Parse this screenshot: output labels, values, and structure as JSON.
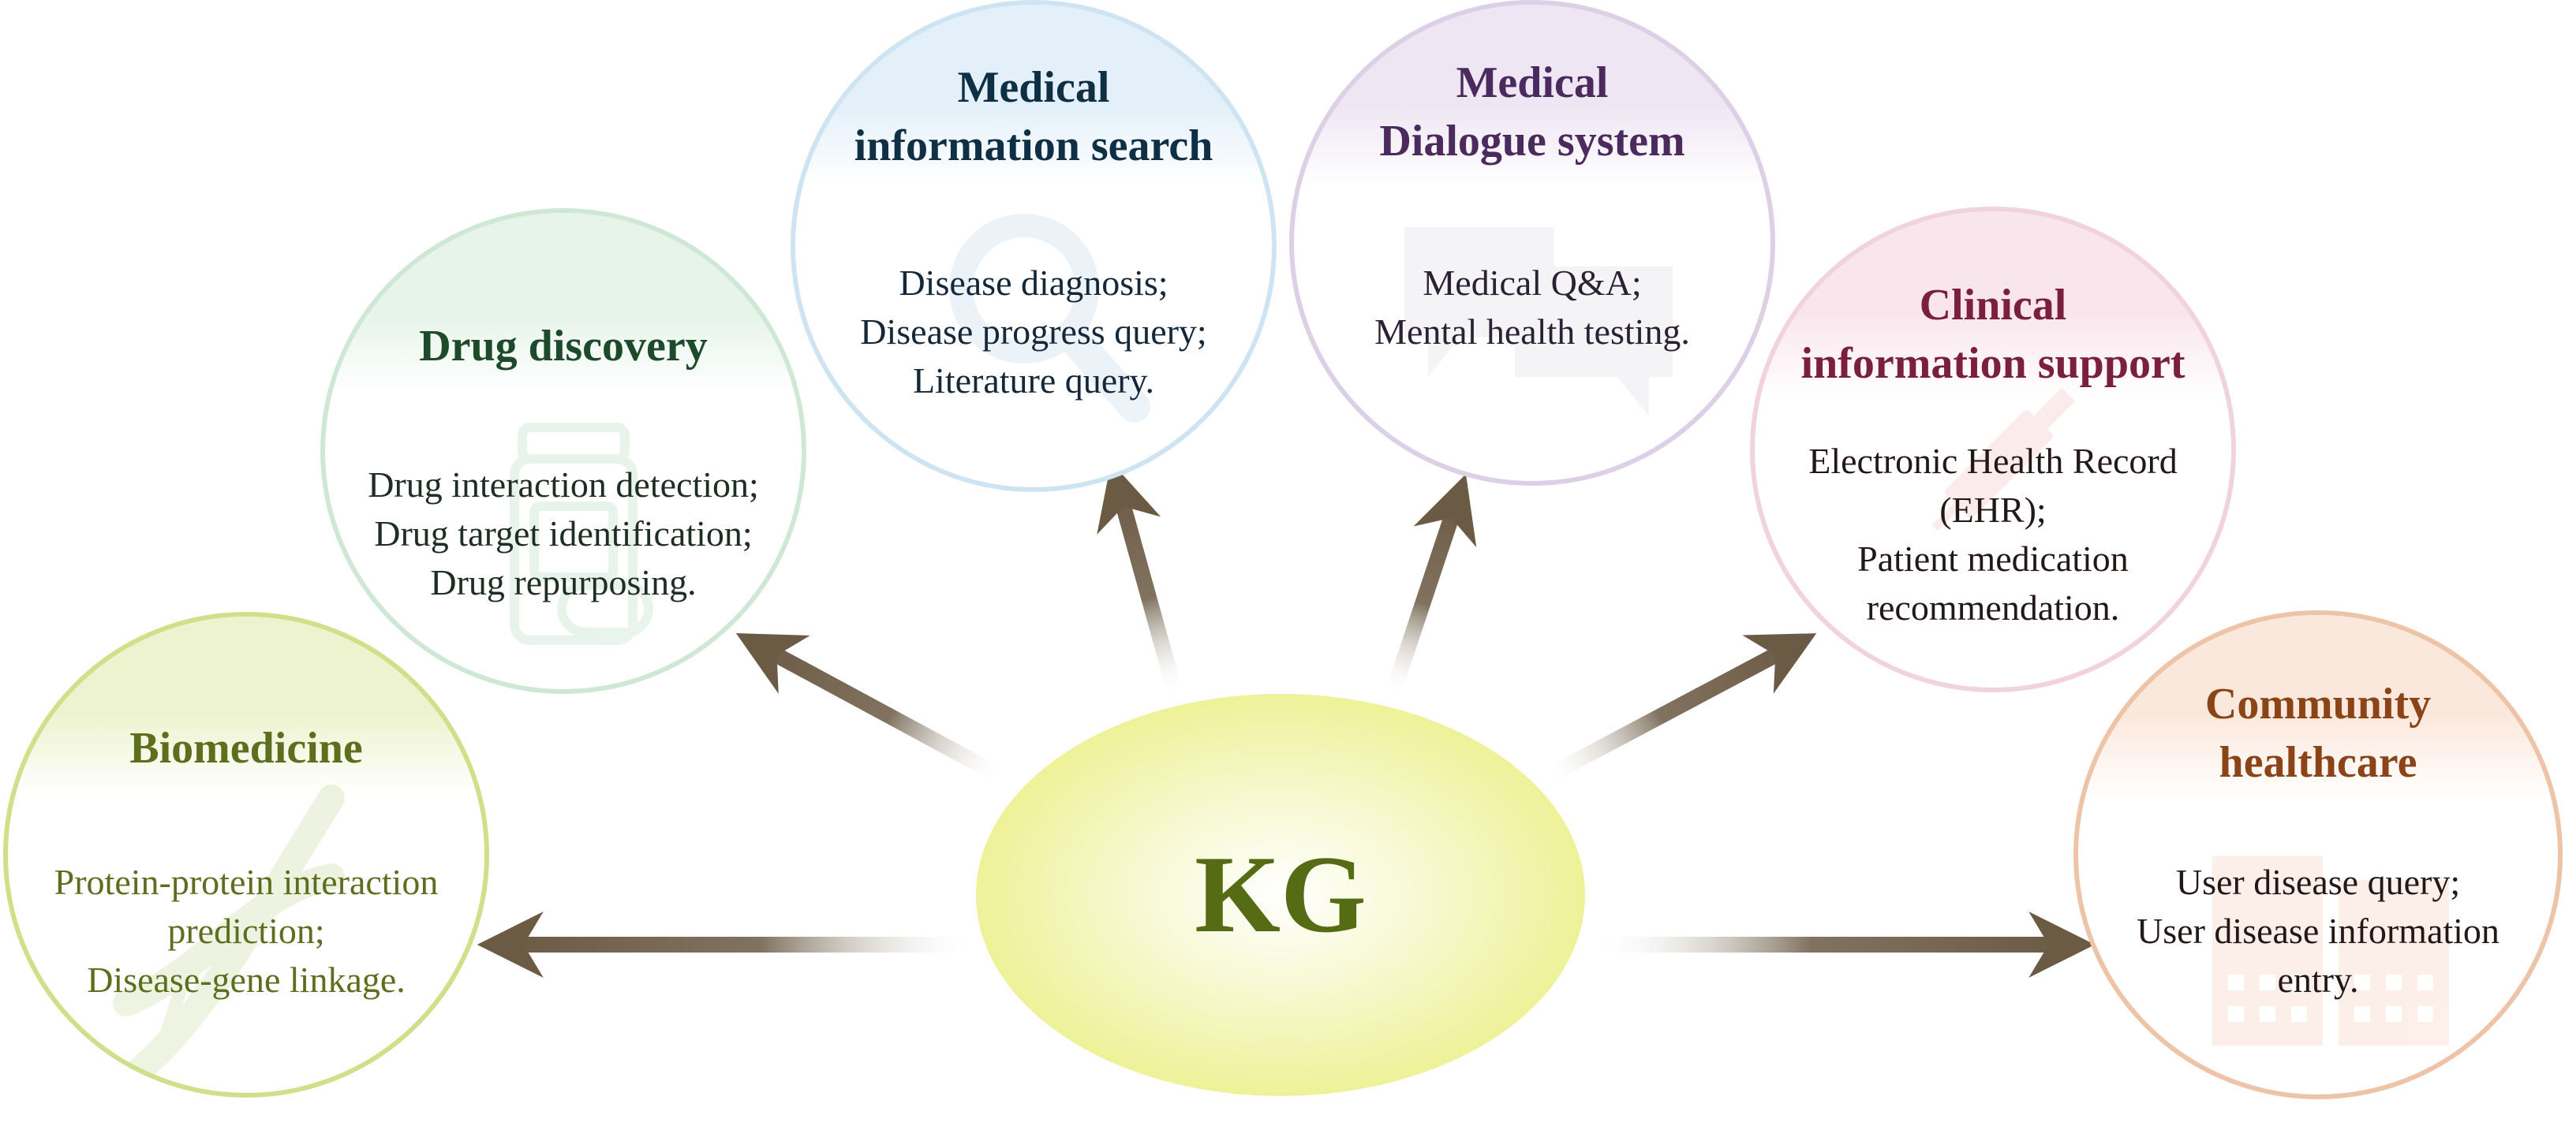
{
  "center": {
    "label": "KG"
  },
  "nodes": {
    "biomedicine": {
      "title": [
        "Biomedicine"
      ],
      "items": [
        "Protein-protein interaction",
        "prediction;",
        "Disease-gene linkage."
      ],
      "ghost_icon": "dna-icon",
      "border_color": "#cfe08a",
      "band_color": "#eef3cf",
      "title_color": "#5d6e1e",
      "text_color": "#5d6e1e"
    },
    "drug_discovery": {
      "title": [
        "Drug discovery"
      ],
      "items": [
        "Drug interaction detection;",
        "Drug target identification;",
        "Drug repurposing."
      ],
      "ghost_icon": "pill-bottle-icon",
      "border_color": "#cfe8d6",
      "band_color": "#e6f4ea",
      "title_color": "#1e4a2c",
      "text_color": "#1e2e24"
    },
    "medical_search": {
      "title": [
        "Medical",
        "information search"
      ],
      "items": [
        "Disease diagnosis;",
        "Disease progress query;",
        "Literature query."
      ],
      "ghost_icon": "magnifier-icon",
      "border_color": "#cfe4f3",
      "band_color": "#e3f0fa",
      "title_color": "#0f2f45",
      "text_color": "#14283a"
    },
    "dialogue": {
      "title": [
        "Medical",
        "Dialogue system"
      ],
      "items": [
        "Medical Q&A;",
        "Mental health testing."
      ],
      "ghost_icon": "chat-bubbles-icon",
      "border_color": "#dcd0e6",
      "band_color": "#eee6f3",
      "title_color": "#4b2a5e",
      "text_color": "#2a2234"
    },
    "clinical": {
      "title": [
        "Clinical",
        "information support"
      ],
      "items": [
        "Electronic Health Record",
        "(EHR);",
        "Patient medication",
        "recommendation."
      ],
      "ghost_icon": "syringe-icon",
      "border_color": "#f1d3dc",
      "band_color": "#f9e6ec",
      "title_color": "#7a1f3d",
      "text_color": "#221818"
    },
    "community": {
      "title": [
        "Community",
        "healthcare"
      ],
      "items": [
        "User disease query;",
        "User disease information",
        "entry."
      ],
      "ghost_icon": "buildings-icon",
      "border_color": "#eec4a8",
      "band_color": "#fbe8dc",
      "title_color": "#8a4418",
      "text_color": "#221818"
    }
  },
  "colors": {
    "arrow": "#6b5a44",
    "arrow_fade": "#ffffff"
  }
}
